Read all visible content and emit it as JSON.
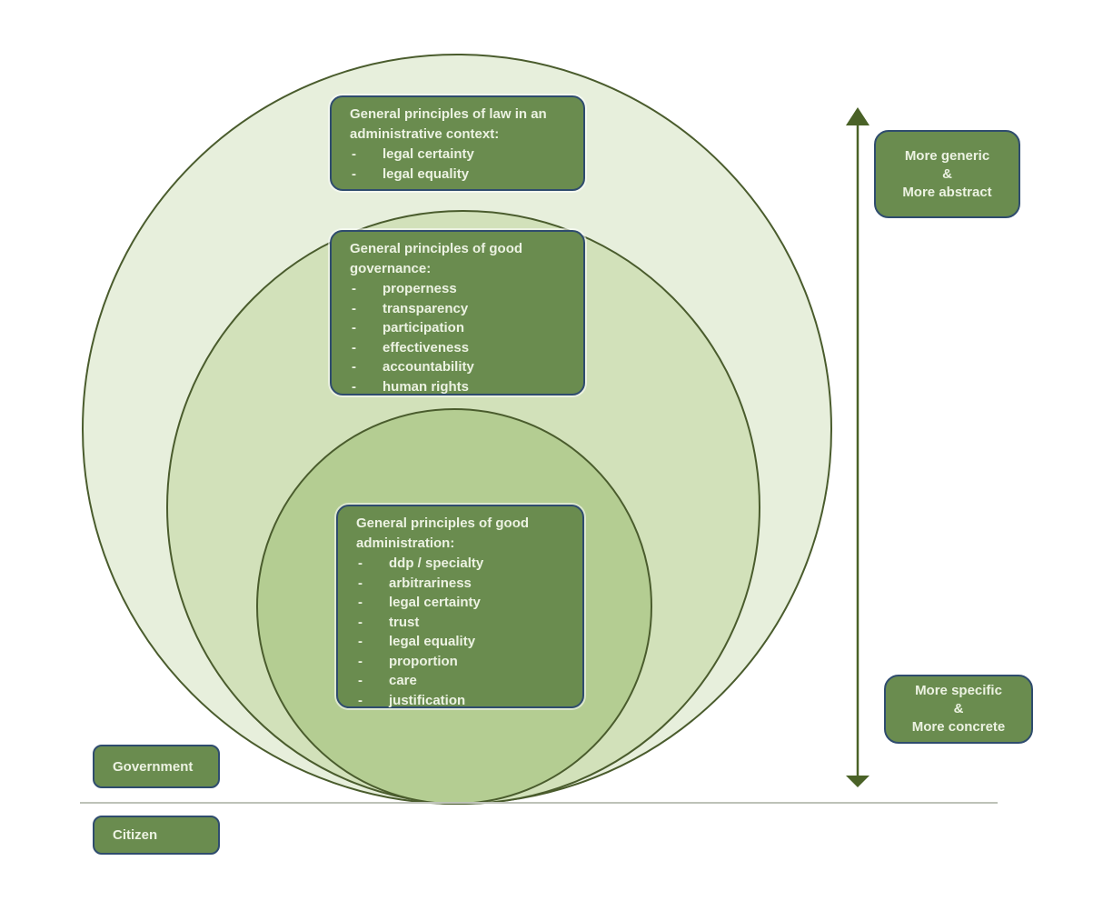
{
  "bullet_char": "-",
  "boxes": {
    "law": {
      "title": "General principles of law in an administrative context:",
      "items": [
        "legal certainty",
        "legal equality"
      ]
    },
    "governance": {
      "title": "General principles of good governance:",
      "items": [
        "properness",
        "transparency",
        "participation",
        "effectiveness",
        "accountability",
        "human rights"
      ]
    },
    "administration": {
      "title": "General principles of good administration:",
      "items": [
        "ddp / specialty",
        "arbitrariness",
        "legal certainty",
        "trust",
        "legal equality",
        "proportion",
        "care",
        "justification"
      ]
    },
    "generic": {
      "lines": [
        "More generic",
        "&",
        "More abstract"
      ]
    },
    "specific": {
      "lines": [
        "More specific",
        "&",
        "More concrete"
      ]
    },
    "government": {
      "label": "Government"
    },
    "citizen": {
      "label": "Citizen"
    }
  },
  "colors": {
    "outer_circle_fill": "#E7EFDC",
    "middle_circle_fill": "#D2E1BA",
    "inner_circle_fill": "#B4CD92",
    "circle_stroke": "#4A5C2D",
    "box_fill": "#6A8C4F",
    "box_border": "#2F4C6E",
    "box_text": "#ECF2E2",
    "arrow": "#4A6227",
    "baseline": "#BDC2B8"
  }
}
